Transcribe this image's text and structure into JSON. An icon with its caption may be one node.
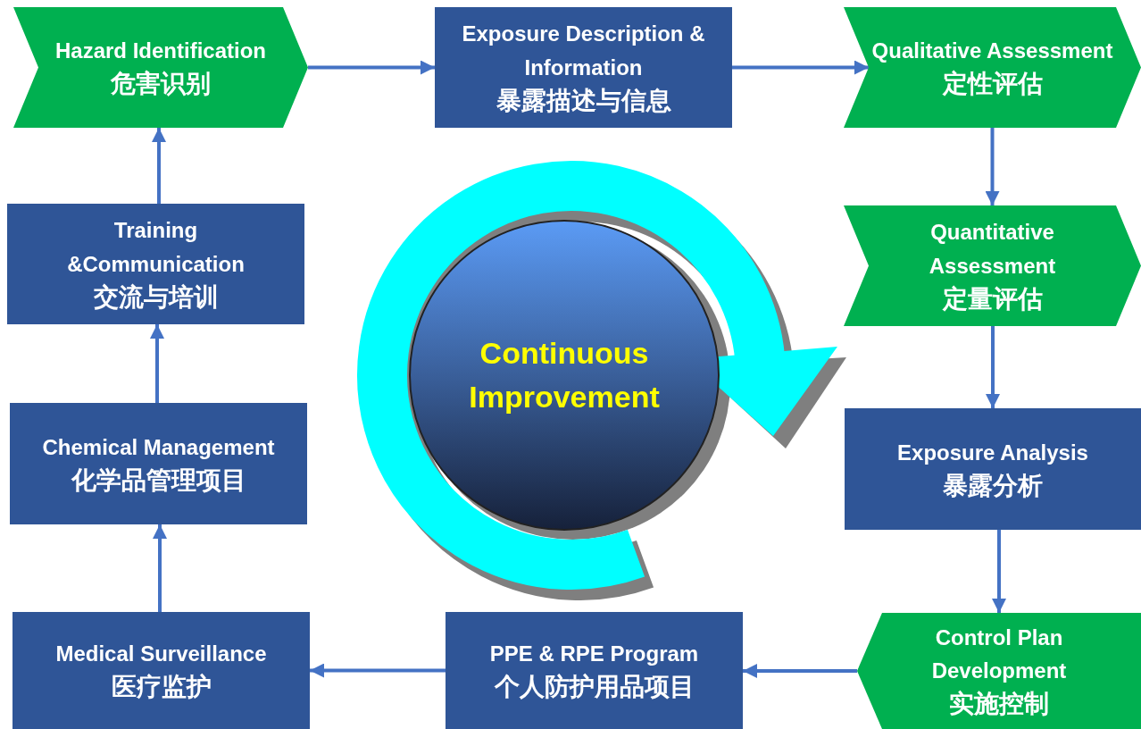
{
  "diagram": {
    "nodes": [
      {
        "text": [
          "Hazard Identification",
          "危害识别"
        ]
      },
      {
        "text": [
          "Exposure Description & Information",
          "暴露描述与信息"
        ]
      },
      {
        "text": [
          "Qualitative Assessment",
          "定性评估"
        ]
      },
      {
        "text": [
          "Quantitative Assessment",
          "定量评估"
        ]
      },
      {
        "text": [
          "Exposure Analysis",
          "暴露分析"
        ]
      },
      {
        "text": [
          "Control Plan Development",
          "实施控制"
        ]
      },
      {
        "text": [
          "PPE & RPE Program",
          "个人防护用品项目"
        ]
      },
      {
        "text": [
          "Medical Surveillance",
          "医疗监护"
        ]
      },
      {
        "text": [
          "Chemical Management",
          "化学品管理项目"
        ]
      },
      {
        "text": [
          "Training &Communication",
          "交流与培训"
        ]
      },
      {
        "text": [
          "Continuous Improvement"
        ]
      }
    ],
    "edges": [
      {
        "from": 0,
        "to": 1,
        "arrow": "to"
      },
      {
        "from": 1,
        "to": 2,
        "arrow": "to"
      },
      {
        "from": 2,
        "to": 3,
        "arrow": "to"
      },
      {
        "from": 3,
        "to": 4,
        "arrow": "to"
      },
      {
        "from": 4,
        "to": 5,
        "arrow": "to"
      },
      {
        "from": 5,
        "to": 6,
        "arrow": "to"
      },
      {
        "from": 6,
        "to": 7,
        "arrow": "to"
      },
      {
        "from": 7,
        "to": 8,
        "arrow": "to"
      },
      {
        "from": 8,
        "to": 9,
        "arrow": "to"
      },
      {
        "from": 9,
        "to": 0,
        "arrow": "to"
      }
    ]
  }
}
